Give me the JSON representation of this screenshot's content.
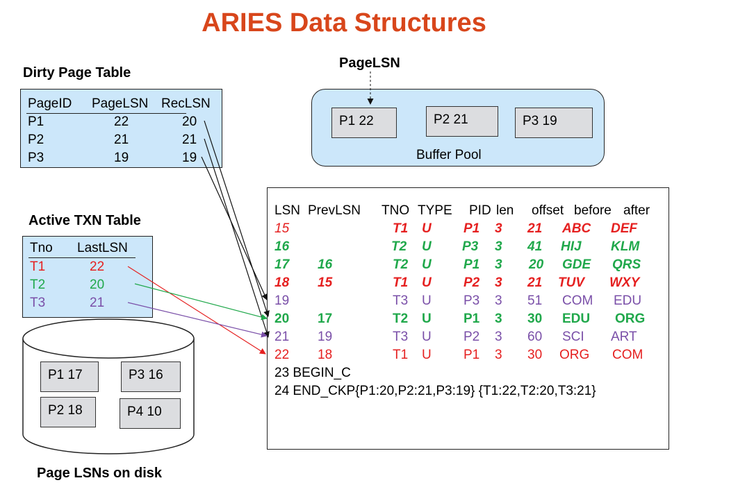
{
  "title": "ARIES Data Structures",
  "dirty_page_table": {
    "label": "Dirty Page Table",
    "headers": [
      "PageID",
      "PageLSN",
      "RecLSN"
    ],
    "rows": [
      [
        "P1",
        "22",
        "20"
      ],
      [
        "P2",
        "21",
        "21"
      ],
      [
        "P3",
        "19",
        "19"
      ]
    ]
  },
  "active_txn_table": {
    "label": "Active TXN Table",
    "headers": [
      "Tno",
      "LastLSN"
    ],
    "rows": [
      [
        "T1",
        "22"
      ],
      [
        "T2",
        "20"
      ],
      [
        "T3",
        "21"
      ]
    ],
    "row_colors": [
      "#e52020",
      "#20a84b",
      "#7a4fa8"
    ]
  },
  "page_lsn_label": "PageLSN",
  "buffer_pool": {
    "label": "Buffer Pool",
    "pages": [
      "P1  22",
      "P2  21",
      "P3  19"
    ]
  },
  "log": {
    "header": [
      "LSN",
      "PrevLSN",
      "TNO",
      "TYPE",
      "PID",
      "len",
      "offset",
      "before",
      "after"
    ],
    "records": [
      {
        "lsn": "15",
        "prev": "",
        "tno": "T1",
        "type": "U",
        "pid": "P1",
        "len": "3",
        "offset": "21",
        "before": "ABC",
        "after": "DEF",
        "style": "r-red"
      },
      {
        "lsn": "16",
        "prev": "",
        "tno": "T2",
        "type": "U",
        "pid": "P3",
        "len": "3",
        "offset": "41",
        "before": "HIJ",
        "after": "KLM",
        "style": "r-green"
      },
      {
        "lsn": "17",
        "prev": "16",
        "tno": "T2",
        "type": "U",
        "pid": "P1",
        "len": "3",
        "offset": "20",
        "before": "GDE",
        "after": "QRS",
        "style": "r-green"
      },
      {
        "lsn": "18",
        "prev": "15",
        "tno": "T1",
        "type": "U",
        "pid": "P2",
        "len": "3",
        "offset": "21",
        "before": "TUV",
        "after": "WXY",
        "style": "r-red"
      },
      {
        "lsn": "19",
        "prev": "",
        "tno": "T3",
        "type": "U",
        "pid": "P3",
        "len": "3",
        "offset": "51",
        "before": "COM",
        "after": "EDU",
        "style": "r-purple"
      },
      {
        "lsn": "20",
        "prev": "17",
        "tno": "T2",
        "type": "U",
        "pid": "P1",
        "len": "3",
        "offset": "30",
        "before": "EDU",
        "after": "ORG",
        "style": "r-green-b"
      },
      {
        "lsn": "21",
        "prev": "19",
        "tno": "T3",
        "type": "U",
        "pid": "P2",
        "len": "3",
        "offset": "60",
        "before": "SCI",
        "after": "ART",
        "style": "r-purple"
      },
      {
        "lsn": "22",
        "prev": "18",
        "tno": "T1",
        "type": "U",
        "pid": "P1",
        "len": "3",
        "offset": "30",
        "before": "ORG",
        "after": "COM",
        "style": "r-red-plain"
      }
    ],
    "line23": "23 BEGIN_C",
    "line24": "24 END_CKP{P1:20,P2:21,P3:19} {T1:22,T2:20,T3:21}"
  },
  "disk": {
    "label": "Page LSNs on disk",
    "pages": [
      "P1 17",
      "P3 16",
      "P2 18",
      "P4 10"
    ]
  },
  "colors": {
    "title": "#d8461b",
    "table_fill": "#cce7fa",
    "red": "#e52020",
    "green": "#20a84b",
    "purple": "#7a4fa8"
  }
}
